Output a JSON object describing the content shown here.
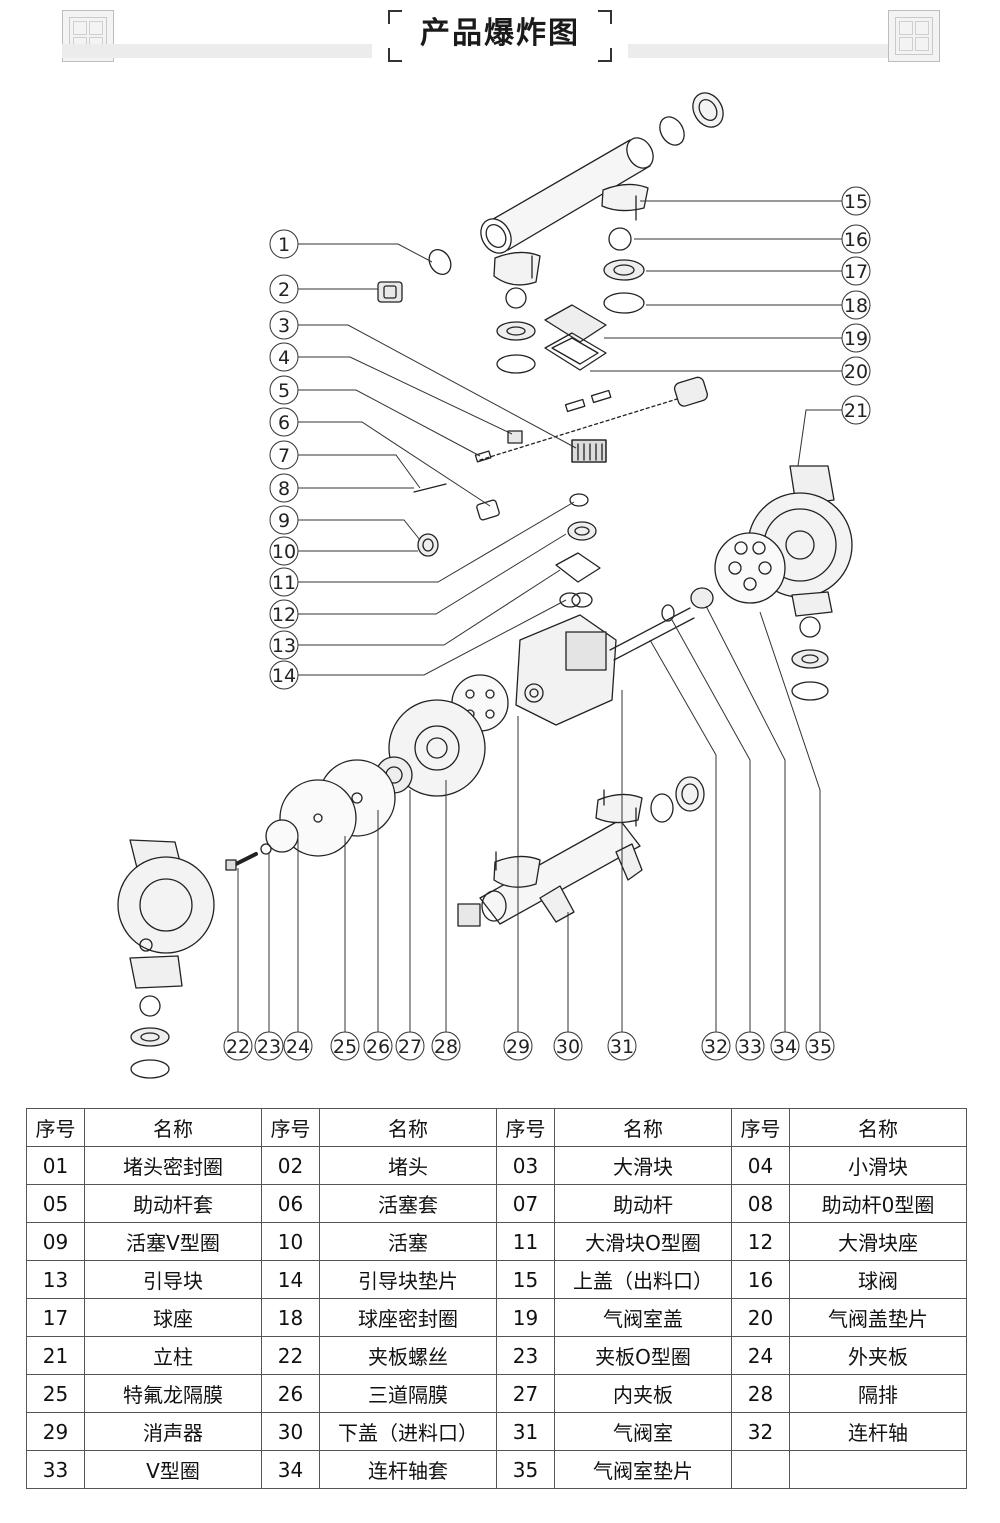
{
  "header": {
    "title": "产品爆炸图"
  },
  "callouts": [
    {
      "n": "1"
    },
    {
      "n": "2"
    },
    {
      "n": "3"
    },
    {
      "n": "4"
    },
    {
      "n": "5"
    },
    {
      "n": "6"
    },
    {
      "n": "7"
    },
    {
      "n": "8"
    },
    {
      "n": "9"
    },
    {
      "n": "10"
    },
    {
      "n": "11"
    },
    {
      "n": "12"
    },
    {
      "n": "13"
    },
    {
      "n": "14"
    },
    {
      "n": "15"
    },
    {
      "n": "16"
    },
    {
      "n": "17"
    },
    {
      "n": "18"
    },
    {
      "n": "19"
    },
    {
      "n": "20"
    },
    {
      "n": "21"
    },
    {
      "n": "22"
    },
    {
      "n": "23"
    },
    {
      "n": "24"
    },
    {
      "n": "25"
    },
    {
      "n": "26"
    },
    {
      "n": "27"
    },
    {
      "n": "28"
    },
    {
      "n": "29"
    },
    {
      "n": "30"
    },
    {
      "n": "31"
    },
    {
      "n": "32"
    },
    {
      "n": "33"
    },
    {
      "n": "34"
    },
    {
      "n": "35"
    }
  ],
  "table": {
    "headers": [
      "序号",
      "名称",
      "序号",
      "名称",
      "序号",
      "名称",
      "序号",
      "名称"
    ],
    "rows": [
      [
        "01",
        "堵头密封圈",
        "02",
        "堵头",
        "03",
        "大滑块",
        "04",
        "小滑块"
      ],
      [
        "05",
        "助动杆套",
        "06",
        "活塞套",
        "07",
        "助动杆",
        "08",
        "助动杆0型圈"
      ],
      [
        "09",
        "活塞V型圈",
        "10",
        "活塞",
        "11",
        "大滑块O型圈",
        "12",
        "大滑块座"
      ],
      [
        "13",
        "引导块",
        "14",
        "引导块垫片",
        "15",
        "上盖（出料口）",
        "16",
        "球阀"
      ],
      [
        "17",
        "球座",
        "18",
        "球座密封圈",
        "19",
        "气阀室盖",
        "20",
        "气阀盖垫片"
      ],
      [
        "21",
        "立柱",
        "22",
        "夹板螺丝",
        "23",
        "夹板O型圈",
        "24",
        "外夹板"
      ],
      [
        "25",
        "特氟龙隔膜",
        "26",
        "三道隔膜",
        "27",
        "内夹板",
        "28",
        "隔排"
      ],
      [
        "29",
        "消声器",
        "30",
        "下盖（进料口）",
        "31",
        "气阀室",
        "32",
        "连杆轴"
      ],
      [
        "33",
        "V型圈",
        "34",
        "连杆轴套",
        "35",
        "气阀室垫片",
        "",
        ""
      ]
    ]
  }
}
